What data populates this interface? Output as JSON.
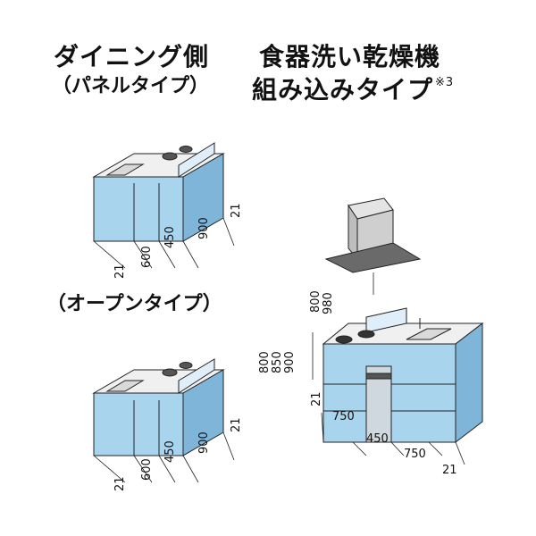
{
  "headings": {
    "dining_side": "ダイニング側",
    "panel_type": "（パネルタイプ）",
    "dishwasher_line1": "食器洗い乾燥機",
    "dishwasher_line2": "組み込みタイプ",
    "dishwasher_note": "※3",
    "open_type": "（オープンタイプ）"
  },
  "panel_kitchen": {
    "widths": [
      "21",
      "600",
      "450",
      "900",
      "21"
    ]
  },
  "open_kitchen": {
    "widths": [
      "21",
      "600",
      "450",
      "900",
      "21"
    ]
  },
  "dishwasher_kitchen": {
    "hood_heights": [
      "800",
      "980"
    ],
    "counter_heights": [
      "800",
      "850",
      "900"
    ],
    "widths": [
      "21",
      "750",
      "450",
      "750",
      "21"
    ]
  },
  "colors": {
    "cabinet": "#a9d4ee",
    "cabinet_dark": "#7fb5d8",
    "counter": "#f2f2f2",
    "outline": "#222222"
  }
}
